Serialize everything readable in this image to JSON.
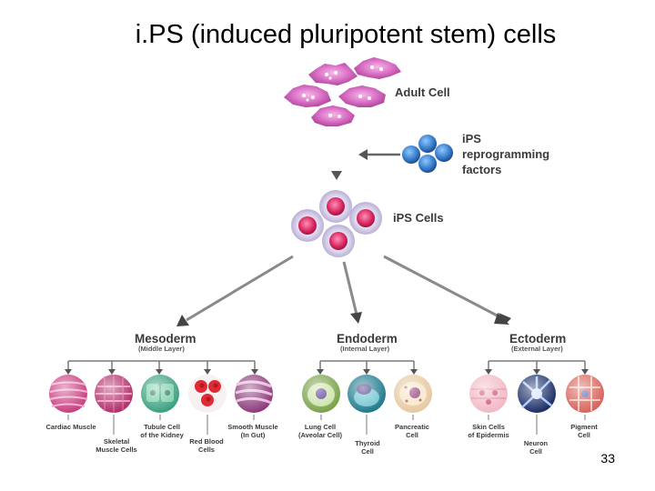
{
  "title": "i.PS (induced pluripotent stem) cells",
  "page_number": "33",
  "diagram": {
    "adult_cell": "Adult Cell",
    "reprogramming": [
      "iPS",
      "reprogramming",
      "factors"
    ],
    "ips_cells": "iPS Cells",
    "germ_layers": [
      {
        "name": "Mesoderm",
        "sub": "(Middle Layer)"
      },
      {
        "name": "Endoderm",
        "sub": "(Internal Layer)"
      },
      {
        "name": "Ectoderm",
        "sub": "(External Layer)"
      }
    ],
    "cell_labels": {
      "cardiac": [
        "Cardiac Muscle"
      ],
      "skeletal": [
        "Skeletal",
        "Muscle Cells"
      ],
      "tubule": [
        "Tubule Cell",
        "of the Kidney"
      ],
      "rbc": [
        "Red Blood",
        "Cells"
      ],
      "smooth": [
        "Smooth Muscle",
        "(In Gut)"
      ],
      "lung": [
        "Lung Cell",
        "(Aveolar Cell)"
      ],
      "thyroid": [
        "Thyroid",
        "Cell"
      ],
      "pancreatic": [
        "Pancreatic",
        "Cell"
      ],
      "skin": [
        "Skin Cells",
        "of Epidermis"
      ],
      "neuron": [
        "Neuron",
        "Cell"
      ],
      "pigment": [
        "Pigment",
        "Cell"
      ]
    }
  }
}
